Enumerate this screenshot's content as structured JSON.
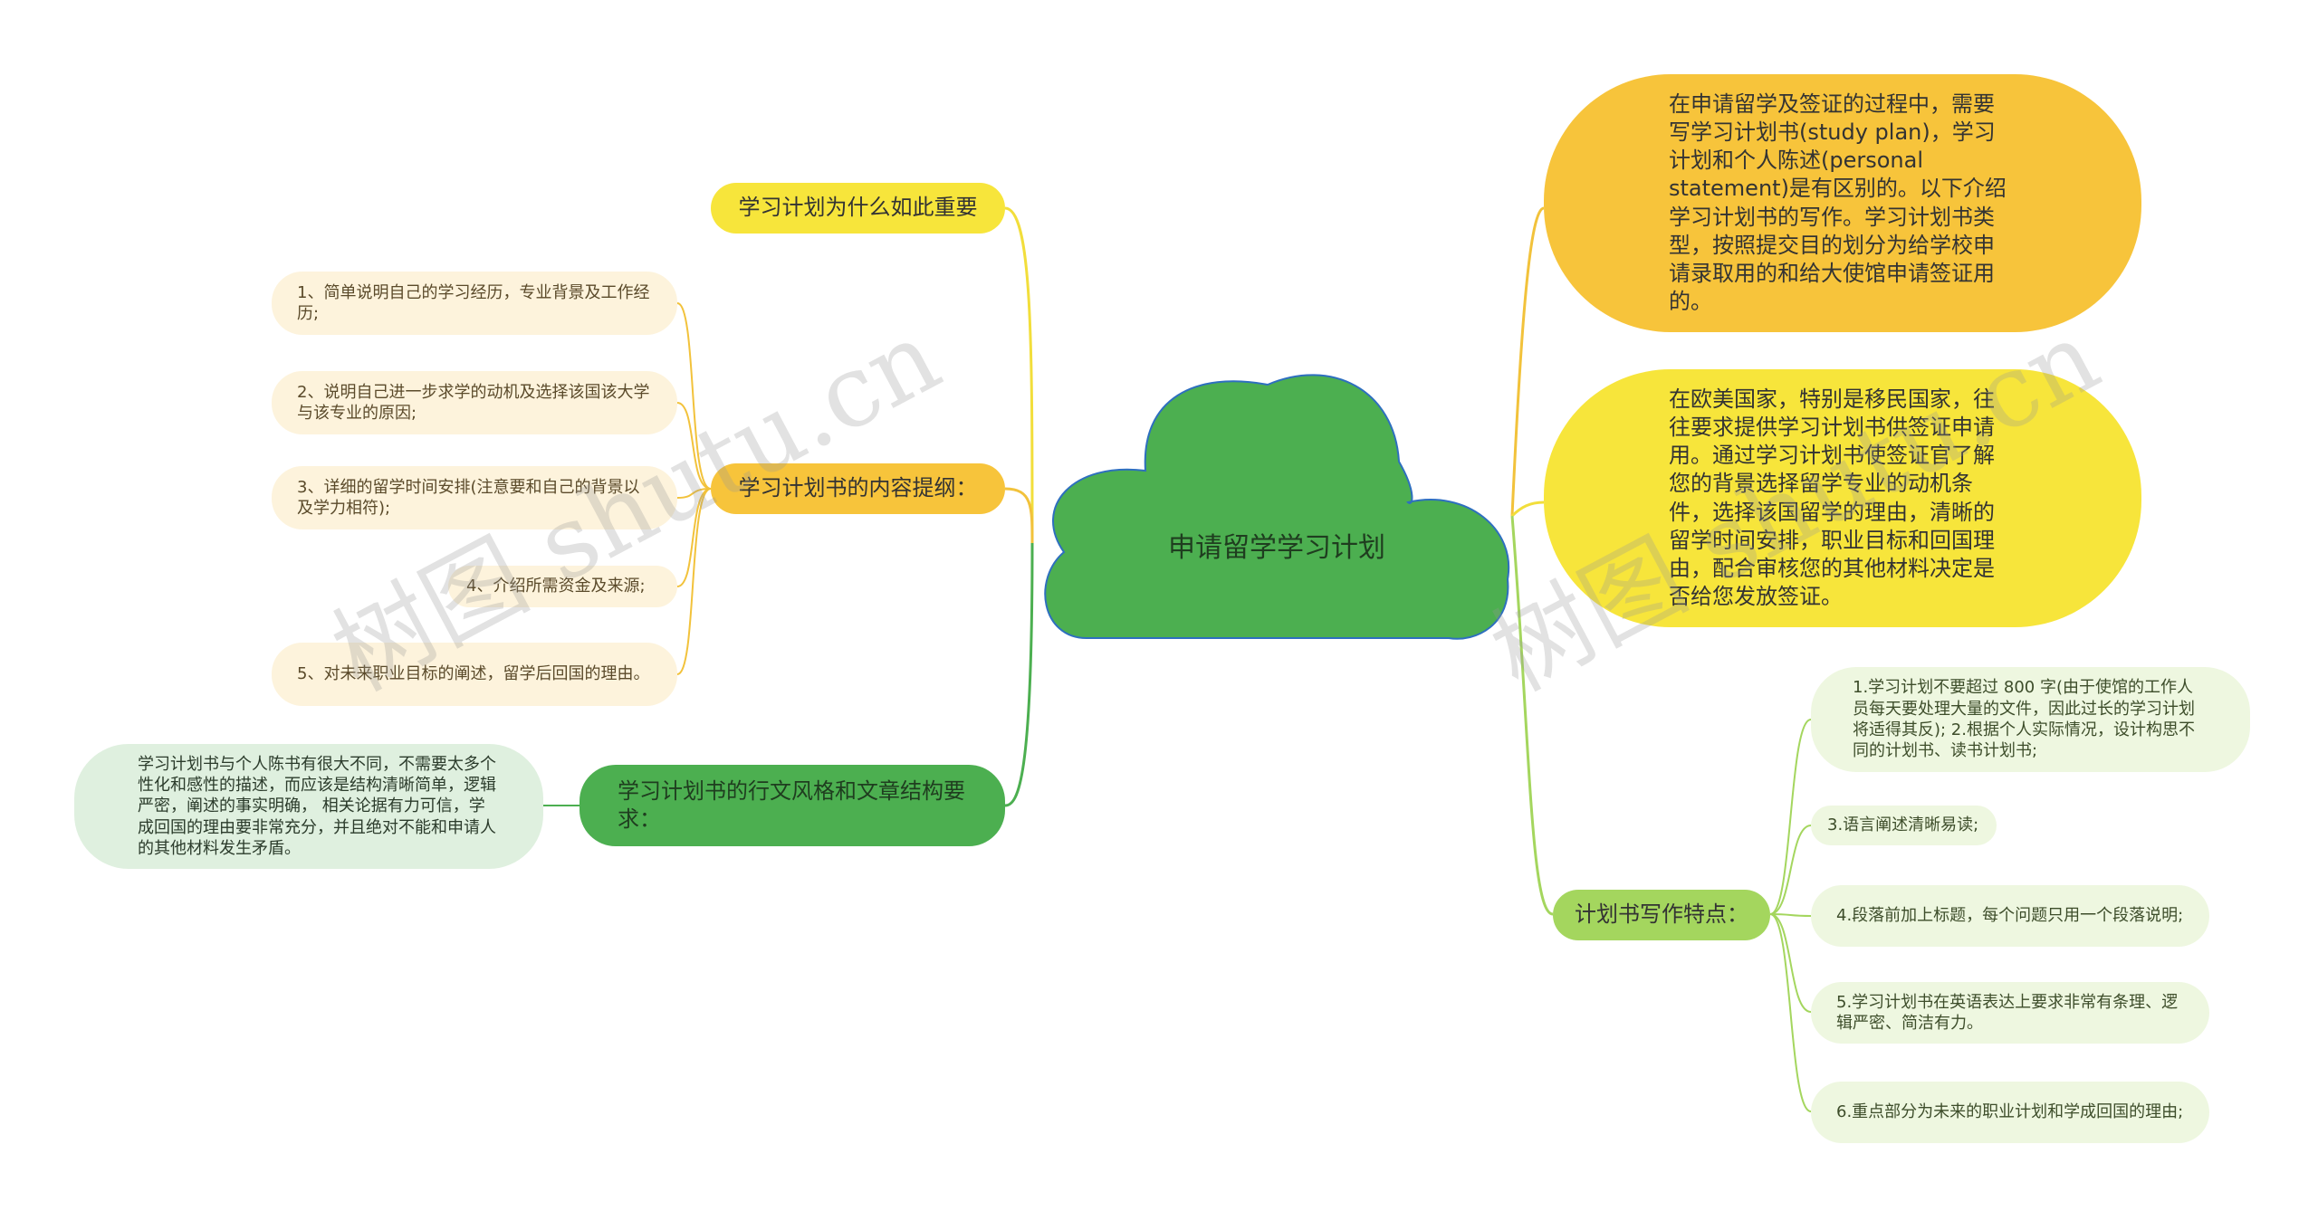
{
  "central": {
    "label": "申请留学学习计划",
    "color": "#4caf50"
  },
  "left_branches": [
    {
      "label": "学习计划为什么如此重要",
      "color": "#f7e53b"
    },
    {
      "label": "学习计划书的内容提纲：",
      "color": "#f7c43b",
      "children": [
        "1、简单说明自己的学习经历，专业背景及工作经历;",
        "2、说明自己进一步求学的动机及选择该国该大学与该专业的原因;",
        "3、详细的留学时间安排(注意要和自己的背景以及学力相符);",
        "4、介绍所需资金及来源;",
        "5、对未来职业目标的阐述，留学后回国的理由。"
      ]
    },
    {
      "label": "学习计划书的行文风格和文章结构要求：",
      "color": "#4caf50",
      "children": [
        "学习计划书与个人陈书有很大不同，不需要太多个性化和感性的描述，而应该是结构清晰简单，逻辑严密，阐述的事实明确， 相关论据有力可信，学成回国的理由要非常充分，并且绝对不能和申请人的其他材料发生矛盾。"
      ]
    }
  ],
  "right_branches": [
    {
      "label": "在申请留学及签证的过程中，需要写学习计划书(study plan)，学习计划和个人陈述(personal statement)是有区别的。以下介绍学习计划书的写作。学习计划书类型，按照提交目的划分为给学校申请录取用的和给大使馆申请签证用的。",
      "color": "#f7c43b"
    },
    {
      "label": "在欧美国家，特别是移民国家，往往要求提供学习计划书供签证申请用。通过学习计划书使签证官了解您的背景选择留学专业的动机条件，选择该国留学的理由，清晰的留学时间安排，职业目标和回国理由，配合审核您的其他材料决定是否给您发放签证。",
      "color": "#f7e53b"
    },
    {
      "label": "计划书写作特点：",
      "color": "#a4d65e",
      "children": [
        "1.学习计划不要超过 800 字(由于使馆的工作人员每天要处理大量的文件，因此过长的学习计划将适得其反); 2.根据个人实际情况，设计构思不同的计划书、读书计划书;",
        "3.语言阐述清晰易读;",
        "4.段落前加上标题，每个问题只用一个段落说明;",
        "5.学习计划书在英语表达上要求非常有条理、逻辑严密、简洁有力。",
        "6.重点部分为未来的职业计划和学成回国的理由;"
      ]
    }
  ],
  "watermark": "树图 shutu.cn"
}
